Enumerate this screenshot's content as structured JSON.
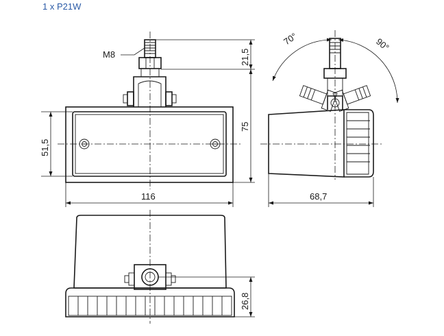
{
  "caption": "1 x P21W",
  "labels": {
    "thread": "M8",
    "stud_height": "21,5",
    "total_height": "75",
    "lens_height": "51,5",
    "width": "116",
    "depth": "68,7",
    "bottom_height": "26,8",
    "angle_left": "70°",
    "angle_right": "90°"
  },
  "colors": {
    "line": "#1a1a1a",
    "caption": "#2a5aa6",
    "lens_fill": "#e6e6e6",
    "housing_fill": "#f2f2f2"
  }
}
